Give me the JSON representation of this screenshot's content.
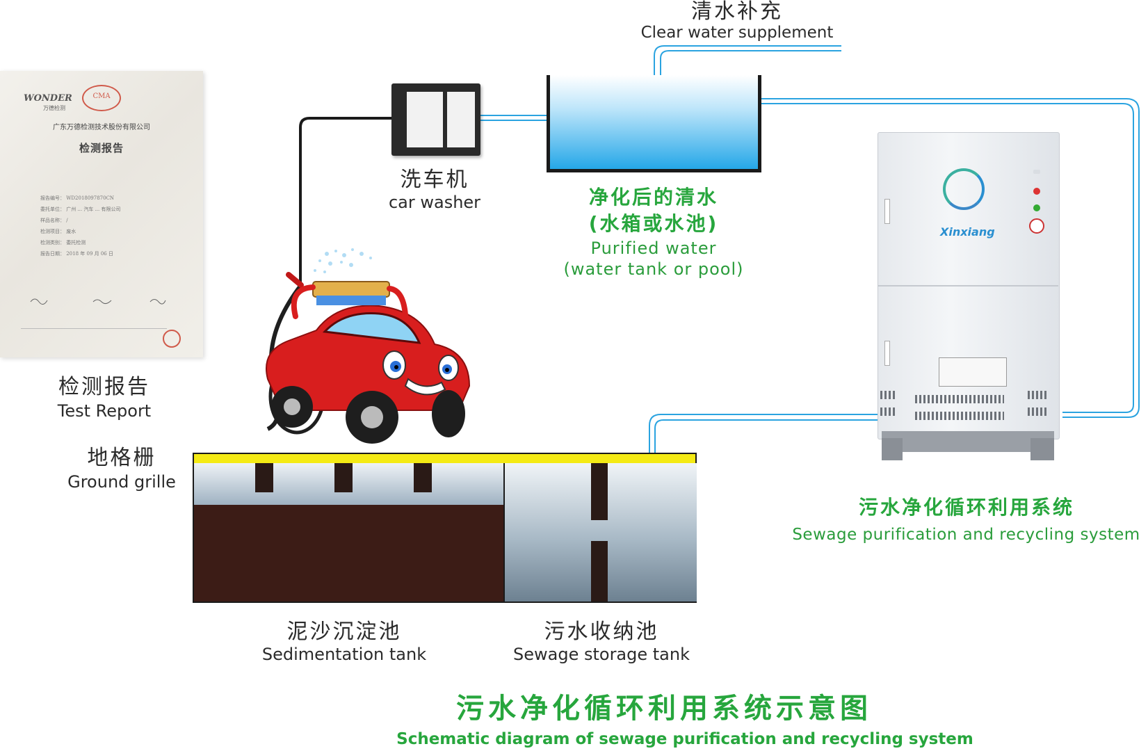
{
  "test_report": {
    "label_zh": "检测报告",
    "label_en": "Test Report",
    "document": {
      "logo": "WONDER",
      "logo_sub": "万德检测",
      "seal_text": "CMA",
      "company": "广东万德检测技术股份有限公司",
      "title": "检测报告",
      "rows": [
        "报告编号：  WD2018097870CN",
        "委托单位：  广州 ... 汽车 ... 有限公司",
        "样品名称：  /",
        "检测项目：  废水",
        "检测类别：  委托检测",
        "报告日期：  2018 年 09 月 06 日"
      ]
    }
  },
  "car_washer": {
    "label_zh": "洗车机",
    "label_en": "car washer"
  },
  "clear_water": {
    "label_zh": "清水补充",
    "label_en": "Clear water supplement"
  },
  "purified_water": {
    "label_zh_1": "净化后的清水",
    "label_zh_2": "(水箱或水池)",
    "label_en_1": "Purified water",
    "label_en_2": "(water tank or pool)"
  },
  "purifier": {
    "label_zh": "污水净化循环利用系统",
    "label_en": "Sewage purification and recycling system",
    "brand": "Xinxiang"
  },
  "ground_grille": {
    "label_zh": "地格栅",
    "label_en": "Ground grille"
  },
  "sedimentation_tank": {
    "label_zh": "泥沙沉淀池",
    "label_en": "Sedimentation tank"
  },
  "sewage_storage": {
    "label_zh": "污水收纳池",
    "label_en": "Sewage storage tank"
  },
  "title": {
    "zh": "污水净化循环利用系统示意图",
    "en": "Schematic diagram of sewage purification and recycling system"
  },
  "colors": {
    "accent_green": "#27a63d",
    "water_blue": "#25a7e8",
    "pipe_blue": "#2aa3e0",
    "grille_yellow": "#f4ea14",
    "mud_brown": "#3c1c16",
    "car_red": "#d81e1e"
  }
}
